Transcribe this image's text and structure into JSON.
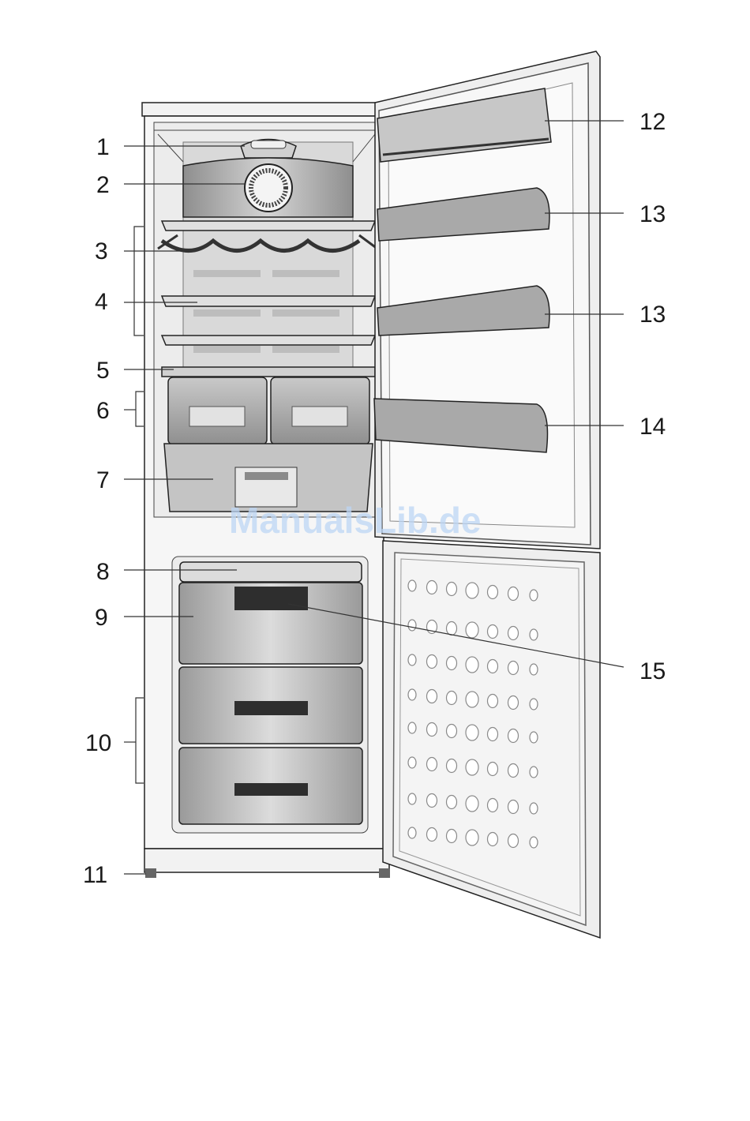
{
  "watermark": "ManualsLib.de",
  "callouts": {
    "c1": "1",
    "c2": "2",
    "c3": "3",
    "c4": "4",
    "c5": "5",
    "c6": "6",
    "c7": "7",
    "c8": "8",
    "c9": "9",
    "c10": "10",
    "c11": "11",
    "c12": "12",
    "c13a": "13",
    "c13b": "13",
    "c14": "14",
    "c15": "15"
  },
  "colors": {
    "body": "#f4f4f4",
    "interior": "#e4e4e4",
    "part": "#b8b8b8",
    "part_dark": "#8a8a8a",
    "drawer_slot": "#2e2e2e",
    "watermark": "#bcd6f4"
  }
}
